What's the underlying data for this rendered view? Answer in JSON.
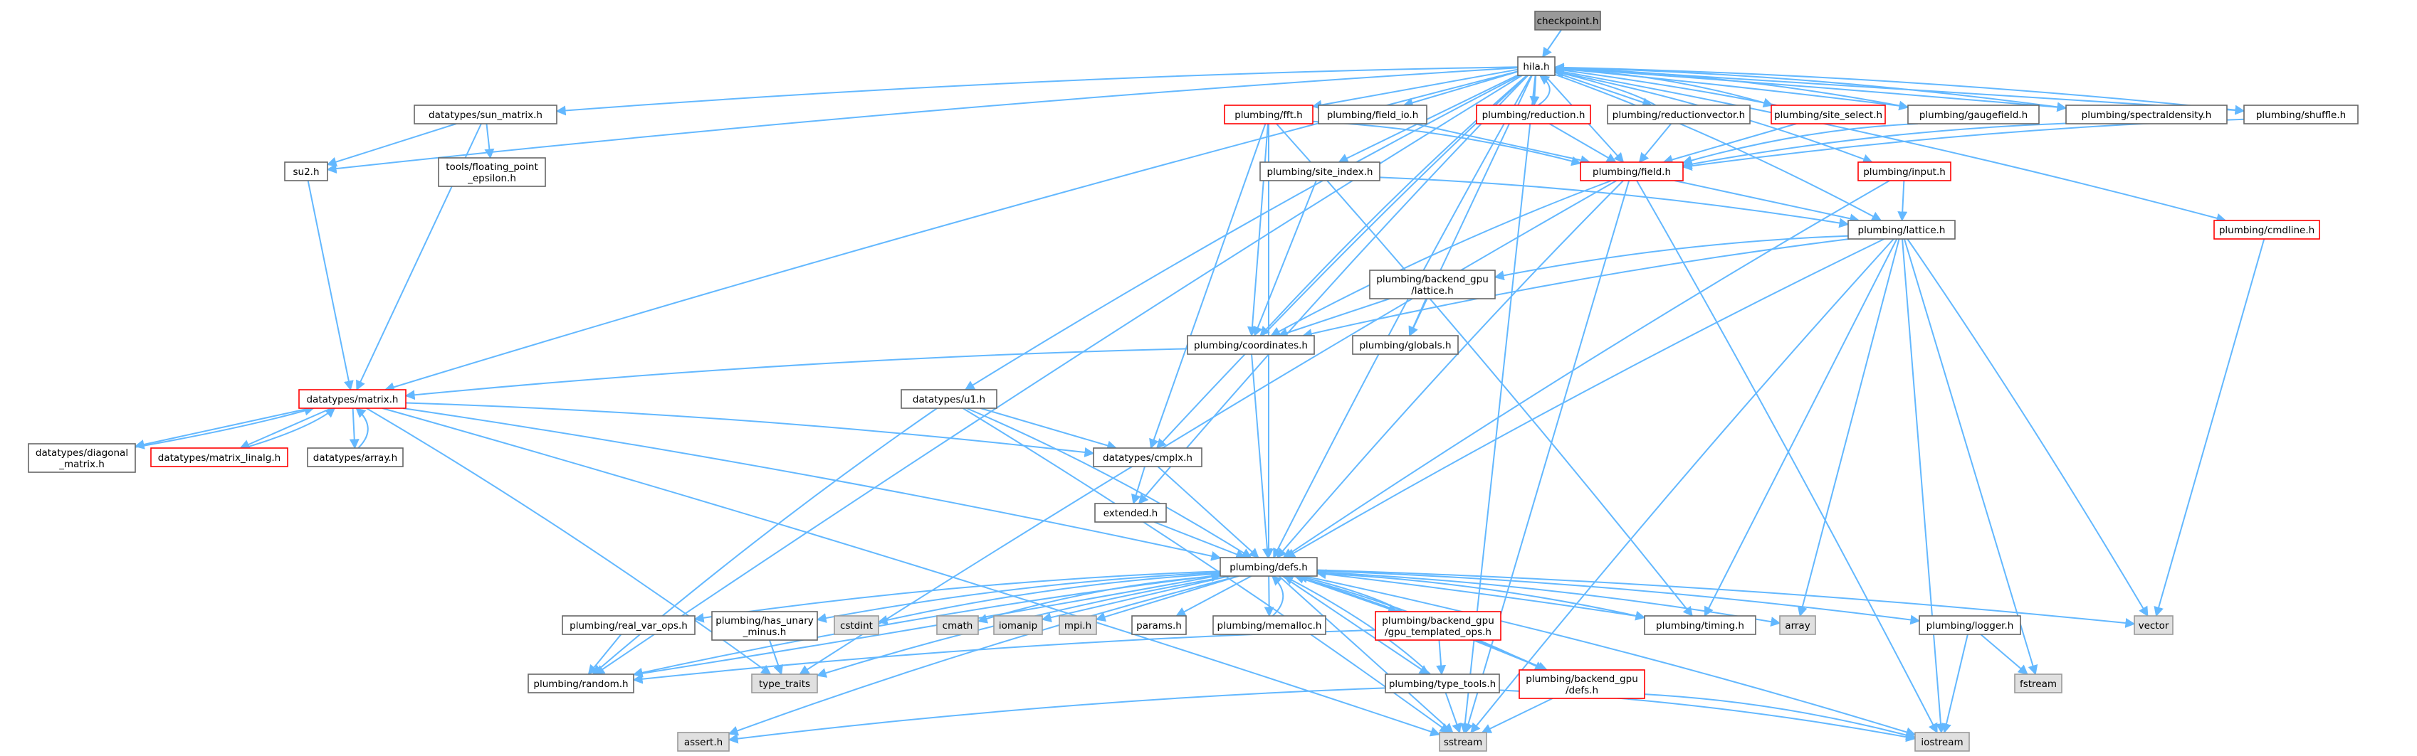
{
  "colors": {
    "edge": "#63b8ff",
    "text": "#000000",
    "root_fill": "#999999",
    "root_stroke": "#666666",
    "normal_fill": "#ffffff",
    "normal_stroke": "#666666",
    "red_fill": "#ffffff",
    "red_stroke": "#ff0000",
    "system_fill": "#e0e0e0",
    "system_stroke": "#999999"
  },
  "nodes": [
    {
      "id": "checkpoint",
      "lines": [
        "checkpoint.h"
      ],
      "kind": "root"
    },
    {
      "id": "hila",
      "lines": [
        "hila.h"
      ],
      "kind": "normal"
    },
    {
      "id": "sun_matrix",
      "lines": [
        "datatypes/sun_matrix.h"
      ],
      "kind": "normal"
    },
    {
      "id": "fft",
      "lines": [
        "plumbing/fft.h"
      ],
      "kind": "red"
    },
    {
      "id": "field_io",
      "lines": [
        "plumbing/field_io.h"
      ],
      "kind": "normal"
    },
    {
      "id": "reduction",
      "lines": [
        "plumbing/reduction.h"
      ],
      "kind": "red"
    },
    {
      "id": "reductionvector",
      "lines": [
        "plumbing/reductionvector.h"
      ],
      "kind": "normal"
    },
    {
      "id": "site_select",
      "lines": [
        "plumbing/site_select.h"
      ],
      "kind": "red"
    },
    {
      "id": "gaugefield",
      "lines": [
        "plumbing/gaugefield.h"
      ],
      "kind": "normal"
    },
    {
      "id": "spectraldensity",
      "lines": [
        "plumbing/spectraldensity.h"
      ],
      "kind": "normal"
    },
    {
      "id": "shuffle",
      "lines": [
        "plumbing/shuffle.h"
      ],
      "kind": "normal"
    },
    {
      "id": "su2",
      "lines": [
        "su2.h"
      ],
      "kind": "normal"
    },
    {
      "id": "floating_point",
      "lines": [
        "tools/floating_point",
        "_epsilon.h"
      ],
      "kind": "normal"
    },
    {
      "id": "site_index",
      "lines": [
        "plumbing/site_index.h"
      ],
      "kind": "normal"
    },
    {
      "id": "field",
      "lines": [
        "plumbing/field.h"
      ],
      "kind": "red"
    },
    {
      "id": "input",
      "lines": [
        "plumbing/input.h"
      ],
      "kind": "red"
    },
    {
      "id": "lattice",
      "lines": [
        "plumbing/lattice.h"
      ],
      "kind": "normal"
    },
    {
      "id": "cmdline",
      "lines": [
        "plumbing/cmdline.h"
      ],
      "kind": "red"
    },
    {
      "id": "backend_gpu_lattice",
      "lines": [
        "plumbing/backend_gpu",
        "/lattice.h"
      ],
      "kind": "normal"
    },
    {
      "id": "coordinates",
      "lines": [
        "plumbing/coordinates.h"
      ],
      "kind": "normal"
    },
    {
      "id": "globals",
      "lines": [
        "plumbing/globals.h"
      ],
      "kind": "normal"
    },
    {
      "id": "matrix",
      "lines": [
        "datatypes/matrix.h"
      ],
      "kind": "red"
    },
    {
      "id": "u1",
      "lines": [
        "datatypes/u1.h"
      ],
      "kind": "normal"
    },
    {
      "id": "diagonal_matrix",
      "lines": [
        "datatypes/diagonal",
        "_matrix.h"
      ],
      "kind": "normal"
    },
    {
      "id": "matrix_linalg",
      "lines": [
        "datatypes/matrix_linalg.h"
      ],
      "kind": "red"
    },
    {
      "id": "array_h",
      "lines": [
        "datatypes/array.h"
      ],
      "kind": "normal"
    },
    {
      "id": "cmplx",
      "lines": [
        "datatypes/cmplx.h"
      ],
      "kind": "normal"
    },
    {
      "id": "extended",
      "lines": [
        "extended.h"
      ],
      "kind": "normal"
    },
    {
      "id": "defs",
      "lines": [
        "plumbing/defs.h"
      ],
      "kind": "normal"
    },
    {
      "id": "real_var_ops",
      "lines": [
        "plumbing/real_var_ops.h"
      ],
      "kind": "normal"
    },
    {
      "id": "has_unary_minus",
      "lines": [
        "plumbing/has_unary",
        "_minus.h"
      ],
      "kind": "normal"
    },
    {
      "id": "cstdint",
      "lines": [
        "cstdint"
      ],
      "kind": "system"
    },
    {
      "id": "cmath",
      "lines": [
        "cmath"
      ],
      "kind": "system"
    },
    {
      "id": "iomanip",
      "lines": [
        "iomanip"
      ],
      "kind": "system"
    },
    {
      "id": "mpi",
      "lines": [
        "mpi.h"
      ],
      "kind": "system"
    },
    {
      "id": "params",
      "lines": [
        "params.h"
      ],
      "kind": "normal"
    },
    {
      "id": "memalloc",
      "lines": [
        "plumbing/memalloc.h"
      ],
      "kind": "normal"
    },
    {
      "id": "gpu_templated_ops",
      "lines": [
        "plumbing/backend_gpu",
        "/gpu_templated_ops.h"
      ],
      "kind": "red"
    },
    {
      "id": "timing",
      "lines": [
        "plumbing/timing.h"
      ],
      "kind": "normal"
    },
    {
      "id": "array_sys",
      "lines": [
        "array"
      ],
      "kind": "system"
    },
    {
      "id": "logger",
      "lines": [
        "plumbing/logger.h"
      ],
      "kind": "normal"
    },
    {
      "id": "vector",
      "lines": [
        "vector"
      ],
      "kind": "system"
    },
    {
      "id": "random",
      "lines": [
        "plumbing/random.h"
      ],
      "kind": "normal"
    },
    {
      "id": "type_traits",
      "lines": [
        "type_traits"
      ],
      "kind": "system"
    },
    {
      "id": "type_tools",
      "lines": [
        "plumbing/type_tools.h"
      ],
      "kind": "normal"
    },
    {
      "id": "backend_gpu_defs",
      "lines": [
        "plumbing/backend_gpu",
        "/defs.h"
      ],
      "kind": "red"
    },
    {
      "id": "fstream",
      "lines": [
        "fstream"
      ],
      "kind": "system"
    },
    {
      "id": "assert",
      "lines": [
        "assert.h"
      ],
      "kind": "system"
    },
    {
      "id": "sstream",
      "lines": [
        "sstream"
      ],
      "kind": "system"
    },
    {
      "id": "iostream",
      "lines": [
        "iostream"
      ],
      "kind": "system"
    }
  ],
  "edges": [
    [
      "checkpoint",
      "hila"
    ],
    [
      "hila",
      "sun_matrix"
    ],
    [
      "hila",
      "fft"
    ],
    [
      "hila",
      "field_io"
    ],
    [
      "hila",
      "reduction"
    ],
    [
      "hila",
      "reductionvector"
    ],
    [
      "hila",
      "site_select"
    ],
    [
      "hila",
      "gaugefield"
    ],
    [
      "hila",
      "spectraldensity"
    ],
    [
      "hila",
      "shuffle"
    ],
    [
      "hila",
      "su2"
    ],
    [
      "hila",
      "site_index"
    ],
    [
      "hila",
      "field"
    ],
    [
      "hila",
      "input"
    ],
    [
      "hila",
      "lattice"
    ],
    [
      "hila",
      "cmdline"
    ],
    [
      "hila",
      "coordinates"
    ],
    [
      "hila",
      "globals"
    ],
    [
      "hila",
      "matrix"
    ],
    [
      "hila",
      "u1"
    ],
    [
      "hila",
      "cmplx"
    ],
    [
      "hila",
      "extended"
    ],
    [
      "hila",
      "defs"
    ],
    [
      "hila",
      "random"
    ],
    [
      "hila",
      "sstream"
    ],
    [
      "reduction",
      "hila"
    ],
    [
      "site_select",
      "hila"
    ],
    [
      "gaugefield",
      "hila"
    ],
    [
      "spectraldensity",
      "hila"
    ],
    [
      "shuffle",
      "hila"
    ],
    [
      "reductionvector",
      "hila"
    ],
    [
      "sun_matrix",
      "su2"
    ],
    [
      "sun_matrix",
      "floating_point"
    ],
    [
      "sun_matrix",
      "matrix"
    ],
    [
      "fft",
      "field"
    ],
    [
      "fft",
      "coordinates"
    ],
    [
      "fft",
      "cmplx"
    ],
    [
      "fft",
      "defs"
    ],
    [
      "fft",
      "timing"
    ],
    [
      "field_io",
      "field"
    ],
    [
      "reduction",
      "field"
    ],
    [
      "reductionvector",
      "field"
    ],
    [
      "site_select",
      "field"
    ],
    [
      "gaugefield",
      "field"
    ],
    [
      "spectraldensity",
      "field"
    ],
    [
      "shuffle",
      "field"
    ],
    [
      "su2",
      "matrix"
    ],
    [
      "site_index",
      "coordinates"
    ],
    [
      "site_index",
      "lattice"
    ],
    [
      "field",
      "lattice"
    ],
    [
      "field",
      "coordinates"
    ],
    [
      "field",
      "defs"
    ],
    [
      "field",
      "type_traits"
    ],
    [
      "field",
      "sstream"
    ],
    [
      "field",
      "iostream"
    ],
    [
      "input",
      "lattice"
    ],
    [
      "input",
      "defs"
    ],
    [
      "lattice",
      "backend_gpu_lattice"
    ],
    [
      "lattice",
      "coordinates"
    ],
    [
      "lattice",
      "defs"
    ],
    [
      "lattice",
      "timing"
    ],
    [
      "lattice",
      "array_sys"
    ],
    [
      "lattice",
      "vector"
    ],
    [
      "lattice",
      "fstream"
    ],
    [
      "lattice",
      "sstream"
    ],
    [
      "lattice",
      "iostream"
    ],
    [
      "cmdline",
      "vector"
    ],
    [
      "backend_gpu_lattice",
      "coordinates"
    ],
    [
      "backend_gpu_lattice",
      "globals"
    ],
    [
      "coordinates",
      "matrix"
    ],
    [
      "coordinates",
      "defs"
    ],
    [
      "matrix",
      "diagonal_matrix"
    ],
    [
      "matrix",
      "matrix_linalg"
    ],
    [
      "matrix",
      "array_h"
    ],
    [
      "matrix",
      "cmplx"
    ],
    [
      "matrix",
      "defs"
    ],
    [
      "matrix",
      "type_traits"
    ],
    [
      "matrix",
      "sstream"
    ],
    [
      "diagonal_matrix",
      "matrix"
    ],
    [
      "matrix_linalg",
      "matrix"
    ],
    [
      "array_h",
      "matrix"
    ],
    [
      "u1",
      "cmplx"
    ],
    [
      "u1",
      "defs"
    ],
    [
      "u1",
      "random"
    ],
    [
      "u1",
      "sstream"
    ],
    [
      "cmplx",
      "extended"
    ],
    [
      "cmplx",
      "defs"
    ],
    [
      "extended",
      "defs"
    ],
    [
      "defs",
      "real_var_ops"
    ],
    [
      "defs",
      "has_unary_minus"
    ],
    [
      "defs",
      "cstdint"
    ],
    [
      "defs",
      "cmath"
    ],
    [
      "defs",
      "iomanip"
    ],
    [
      "defs",
      "mpi"
    ],
    [
      "defs",
      "params"
    ],
    [
      "defs",
      "memalloc"
    ],
    [
      "defs",
      "gpu_templated_ops"
    ],
    [
      "defs",
      "timing"
    ],
    [
      "defs",
      "array_sys"
    ],
    [
      "defs",
      "logger"
    ],
    [
      "defs",
      "vector"
    ],
    [
      "defs",
      "random"
    ],
    [
      "defs",
      "type_traits"
    ],
    [
      "defs",
      "type_tools"
    ],
    [
      "defs",
      "backend_gpu_defs"
    ],
    [
      "defs",
      "assert"
    ],
    [
      "defs",
      "sstream"
    ],
    [
      "defs",
      "iostream"
    ],
    [
      "real_var_ops",
      "random"
    ],
    [
      "has_unary_minus",
      "type_traits"
    ],
    [
      "memalloc",
      "defs"
    ],
    [
      "timing",
      "defs"
    ],
    [
      "gpu_templated_ops",
      "defs"
    ],
    [
      "type_tools",
      "defs"
    ],
    [
      "backend_gpu_defs",
      "defs"
    ],
    [
      "random",
      "defs"
    ],
    [
      "gpu_templated_ops",
      "type_tools"
    ],
    [
      "gpu_templated_ops",
      "backend_gpu_defs"
    ],
    [
      "gpu_templated_ops",
      "random"
    ],
    [
      "logger",
      "fstream"
    ],
    [
      "logger",
      "iostream"
    ],
    [
      "type_tools",
      "assert"
    ],
    [
      "type_tools",
      "sstream"
    ],
    [
      "type_tools",
      "iostream"
    ],
    [
      "backend_gpu_defs",
      "sstream"
    ],
    [
      "backend_gpu_defs",
      "iostream"
    ]
  ]
}
